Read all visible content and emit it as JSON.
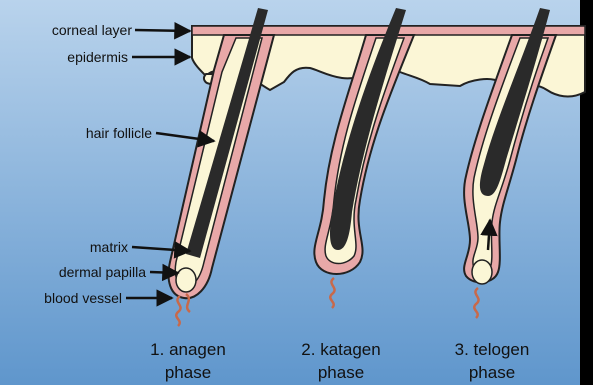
{
  "labels": {
    "corneal_layer": "corneal layer",
    "epidermis": "epidermis",
    "hair_follicle": "hair follicle",
    "matrix": "matrix",
    "dermal_papilla": "dermal papilla",
    "blood_vessel": "blood vessel"
  },
  "phases": [
    {
      "line1": "1. anagen",
      "line2": "phase"
    },
    {
      "line1": "2. katagen",
      "line2": "phase"
    },
    {
      "line1": "3. telogen",
      "line2": "phase"
    }
  ],
  "colors": {
    "background_top": "#b9d3ec",
    "background_bottom": "#5f96cc",
    "skin": "#fbf6d6",
    "outer_sheath": "#e8a8a8",
    "hair": "#2a2a2a",
    "outline": "#222222",
    "vessel": "#c8694a"
  }
}
